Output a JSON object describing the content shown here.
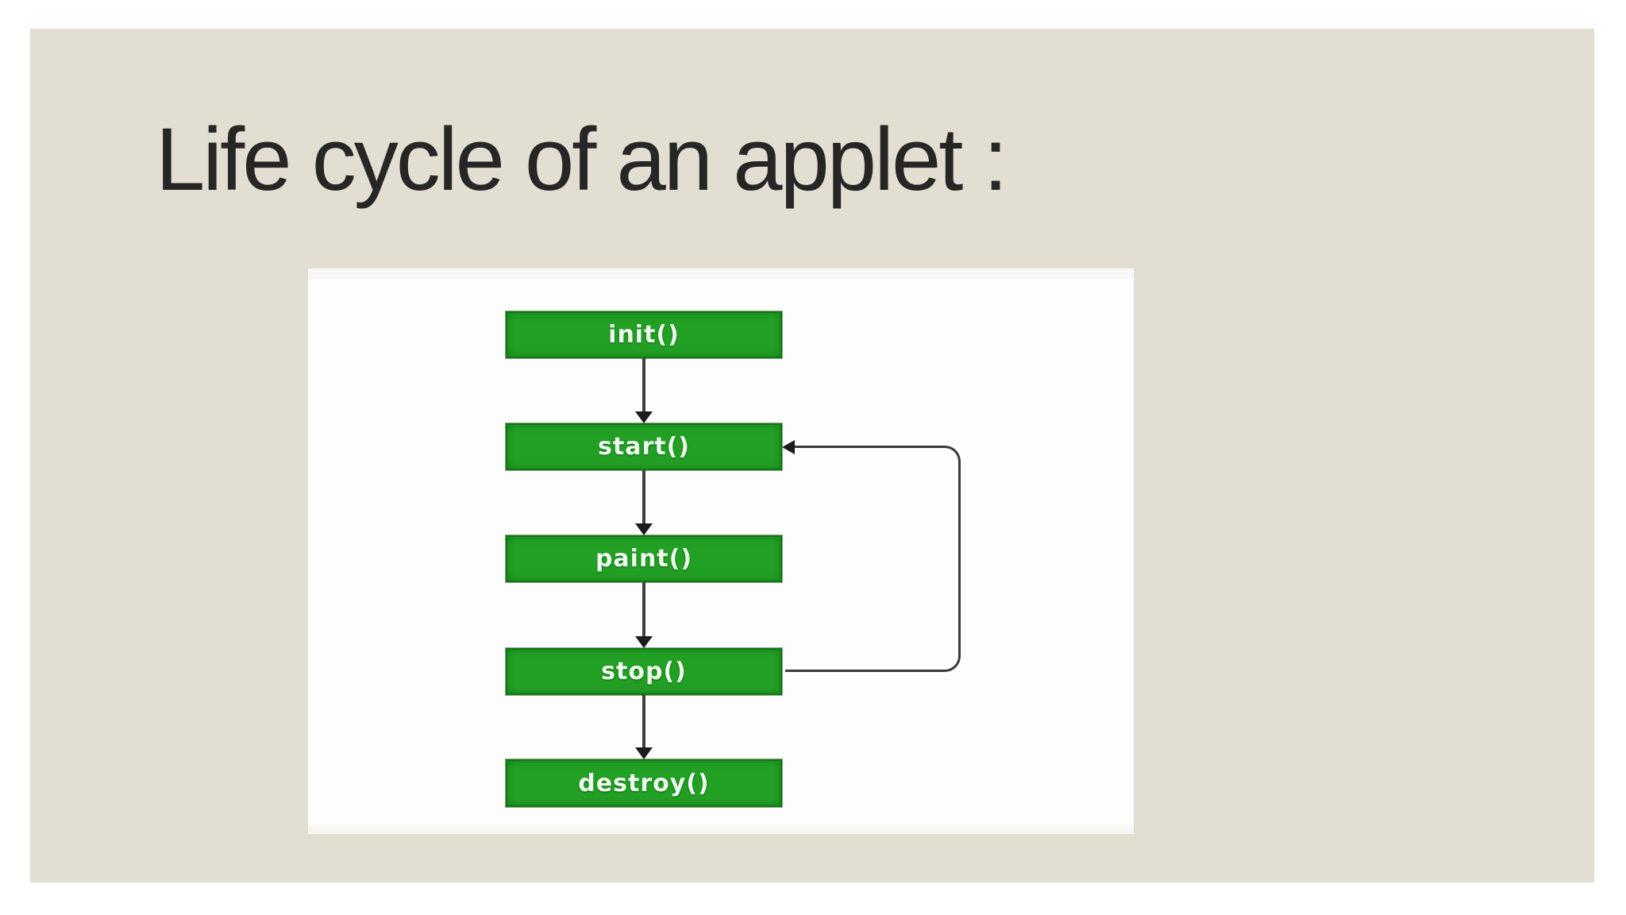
{
  "slide": {
    "title": "Life cycle of an applet :"
  },
  "diagram": {
    "nodes": [
      {
        "id": "init",
        "label": "init()"
      },
      {
        "id": "start",
        "label": "start()"
      },
      {
        "id": "paint",
        "label": "paint()"
      },
      {
        "id": "stop",
        "label": "stop()"
      },
      {
        "id": "destroy",
        "label": "destroy()"
      }
    ],
    "edges": [
      {
        "from": "init",
        "to": "start",
        "type": "down-arrow"
      },
      {
        "from": "start",
        "to": "paint",
        "type": "down-arrow"
      },
      {
        "from": "paint",
        "to": "stop",
        "type": "down-arrow"
      },
      {
        "from": "stop",
        "to": "destroy",
        "type": "down-arrow"
      },
      {
        "from": "stop",
        "to": "start",
        "type": "loop-right"
      }
    ],
    "colors": {
      "page_bg": "#ffffff",
      "slide_bg": "#e2ded2",
      "panel_bg": "#fdfdfd",
      "node_fill": "#22a024",
      "node_border": "#0c7a10",
      "node_text": "#eefbee",
      "arrow": "#3a3a3a",
      "title_text": "#262626"
    }
  }
}
